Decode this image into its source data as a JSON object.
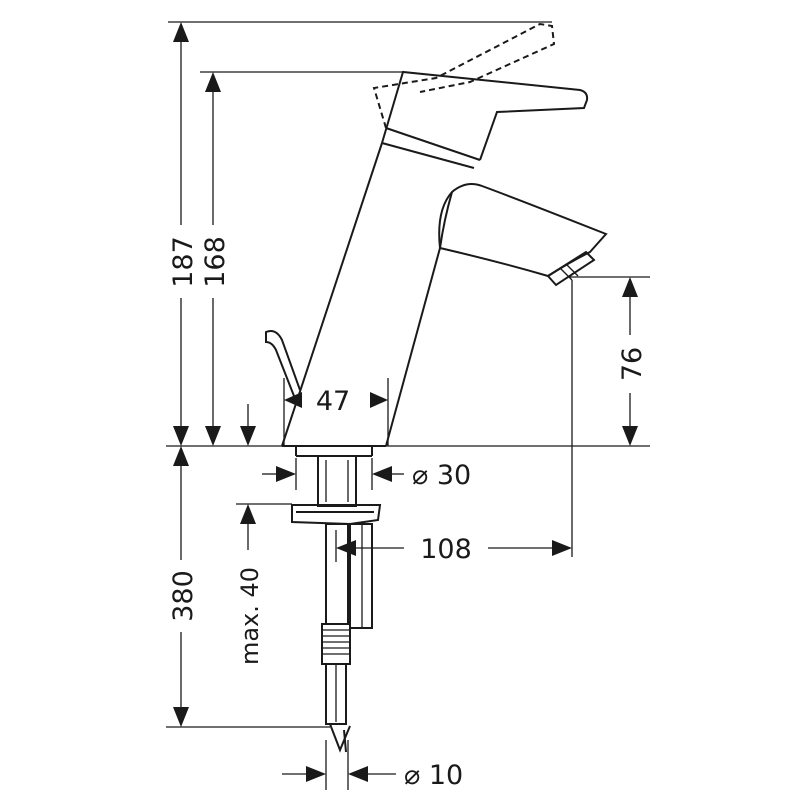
{
  "dimensions": {
    "total_height": "187",
    "height_168": "168",
    "spout_height": "76",
    "base_width": "47",
    "shank_diameter": "⌀ 30",
    "spout_reach": "108",
    "below_height": "380",
    "max_thickness": "max. 40",
    "hose_diameter": "⌀ 10"
  }
}
